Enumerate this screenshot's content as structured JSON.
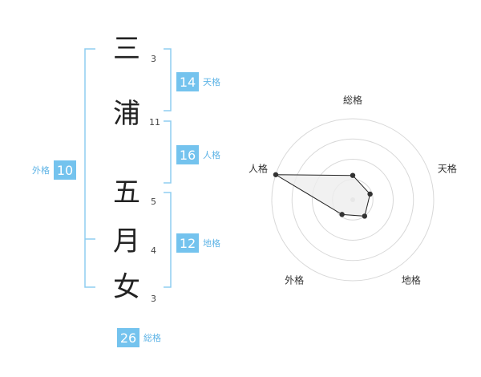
{
  "name": {
    "chars": [
      {
        "char": "三",
        "strokes": "3"
      },
      {
        "char": "浦",
        "strokes": "11"
      },
      {
        "char": "五",
        "strokes": "5"
      },
      {
        "char": "月",
        "strokes": "4"
      },
      {
        "char": "女",
        "strokes": "3"
      }
    ]
  },
  "fortune": {
    "tenkaku": {
      "value": "14",
      "label": "天格"
    },
    "jinkaku": {
      "value": "16",
      "label": "人格"
    },
    "chikaku": {
      "value": "12",
      "label": "地格"
    },
    "gaikaku": {
      "value": "10",
      "label": "外格"
    },
    "soukaku": {
      "value": "26",
      "label": "総格"
    }
  },
  "colors": {
    "accent": "#74c3ee",
    "bracket": "#8fcdf0",
    "radar_fill": "#eeeeee"
  },
  "chart_data": {
    "type": "radar",
    "axes": [
      "総格",
      "天格",
      "地格",
      "外格",
      "人格"
    ],
    "scale": [
      0,
      4
    ],
    "rings": 4,
    "values": [
      1.2,
      0.9,
      1.0,
      0.9,
      4.0
    ]
  }
}
